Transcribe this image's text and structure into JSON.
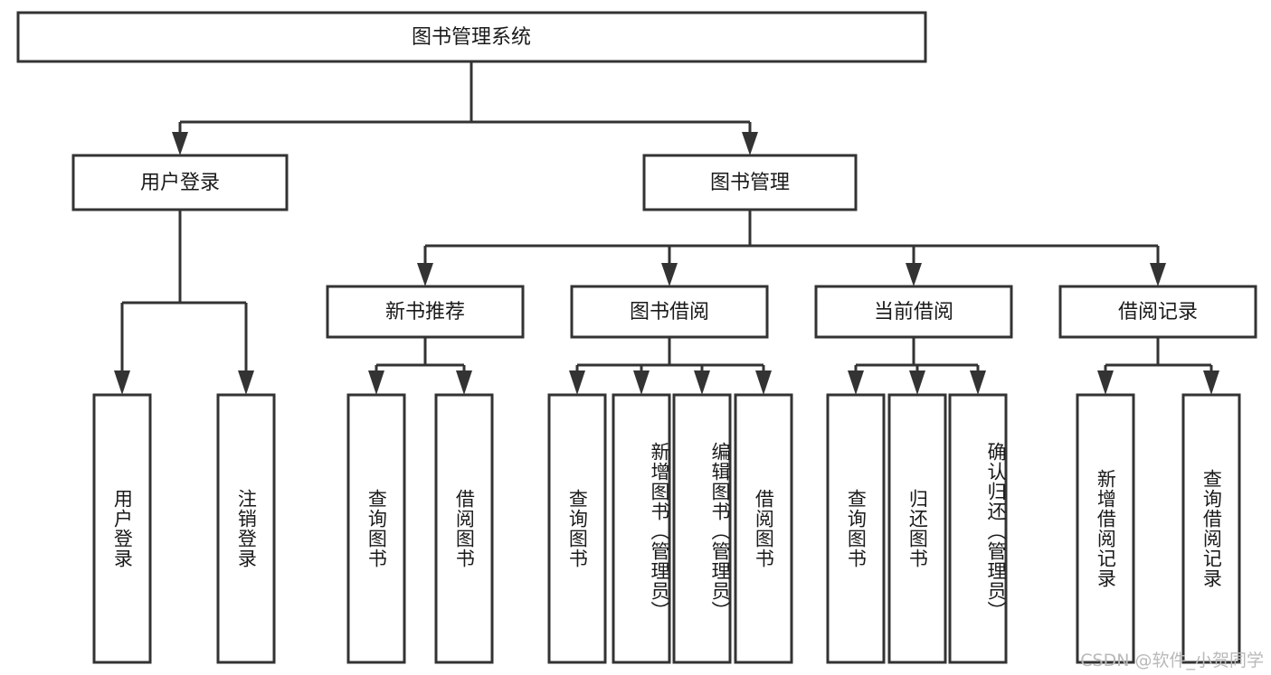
{
  "diagram": {
    "title": "图书管理系统",
    "type": "tree-hierarchy-flowchart",
    "orientation": "top-down",
    "root": {
      "id": "root",
      "label": "图书管理系统"
    },
    "level2": [
      {
        "id": "user-login",
        "label": "用户登录"
      },
      {
        "id": "book-management",
        "label": "图书管理"
      }
    ],
    "level3": [
      {
        "id": "new-book-recommend",
        "label": "新书推荐",
        "parent": "book-management"
      },
      {
        "id": "book-borrow",
        "label": "图书借阅",
        "parent": "book-management"
      },
      {
        "id": "current-borrow",
        "label": "当前借阅",
        "parent": "book-management"
      },
      {
        "id": "borrow-record",
        "label": "借阅记录",
        "parent": "book-management"
      }
    ],
    "leaves": [
      {
        "id": "leaf-user-login",
        "label": "用户登录",
        "parent": "user-login"
      },
      {
        "id": "leaf-logout-login",
        "label": "注销登录",
        "parent": "user-login"
      },
      {
        "id": "leaf-query-book-1",
        "label": "查询图书",
        "parent": "new-book-recommend"
      },
      {
        "id": "leaf-borrow-book-1",
        "label": "借阅图书",
        "parent": "new-book-recommend"
      },
      {
        "id": "leaf-query-book-2",
        "label": "查询图书",
        "parent": "book-borrow"
      },
      {
        "id": "leaf-add-book",
        "label": "新增图书（管理员）",
        "parent": "book-borrow"
      },
      {
        "id": "leaf-edit-book",
        "label": "编辑图书（管理员）",
        "parent": "book-borrow"
      },
      {
        "id": "leaf-borrow-book-2",
        "label": "借阅图书",
        "parent": "book-borrow"
      },
      {
        "id": "leaf-query-book-3",
        "label": "查询图书",
        "parent": "current-borrow"
      },
      {
        "id": "leaf-return-book",
        "label": "归还图书",
        "parent": "current-borrow"
      },
      {
        "id": "leaf-confirm-return",
        "label": "确认归还（管理员）",
        "parent": "current-borrow"
      },
      {
        "id": "leaf-add-record",
        "label": "新增借阅记录",
        "parent": "borrow-record"
      },
      {
        "id": "leaf-query-record",
        "label": "查询借阅记录",
        "parent": "borrow-record"
      }
    ]
  },
  "watermark": {
    "text": "CSDN @软件_小贺同学"
  },
  "colors": {
    "stroke": "#333333",
    "box_fill": "#ffffff",
    "text": "#1a1a1a",
    "watermark": "#b9b9b9",
    "background": "#ffffff"
  }
}
